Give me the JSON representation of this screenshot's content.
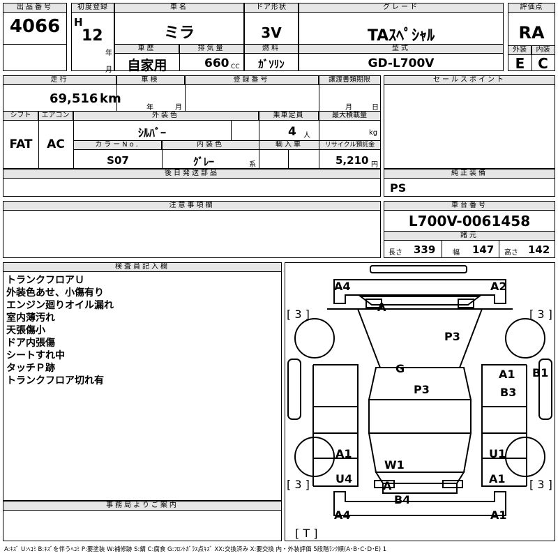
{
  "header": {
    "lot_no_label": "出品番号",
    "lot_no": "4066",
    "first_reg_label": "初度登録",
    "era": "H",
    "year": "12",
    "year_unit": "年",
    "month_unit": "月",
    "car_name_label": "車名",
    "car_name": "ミラ",
    "door_label": "ドア形状",
    "door": "3V",
    "grade_label": "グレード",
    "grade": "TAｽﾍﾟｼｬﾙ",
    "score_label": "評価点",
    "score": "RA",
    "history_label": "車歴",
    "history": "自家用",
    "displacement_label": "排気量",
    "displacement": "660",
    "cc": "CC",
    "fuel_label": "燃料",
    "fuel": "ｶﾞｿﾘﾝ",
    "model_label": "型式",
    "model": "GD-L700V",
    "exterior_label": "外装",
    "exterior": "E",
    "interior_label": "内装",
    "interior": "C"
  },
  "row2": {
    "mileage_label": "走行",
    "mileage": "69,516",
    "km": "km",
    "inspection_label": "車検",
    "year_unit": "年",
    "month_unit": "月",
    "reg_no_label": "登録番号",
    "transfer_label": "譲渡書類期限",
    "day_unit": "日",
    "sales_point_label": "セールスポイント",
    "shift_label": "シフト",
    "shift": "FAT",
    "ac_label": "エアコン",
    "ac": "AC",
    "color_label": "外装色",
    "color": "ｼﾙﾊﾞｰ",
    "capacity_label": "乗車定員",
    "capacity": "4",
    "person_unit": "人",
    "load_label": "最大積載量",
    "kg": "kg",
    "color_no_label": "カラーNo.",
    "color_no": "S07",
    "int_color_label": "内装色",
    "int_color": "ｸﾞﾚｰ",
    "int_suffix": "系",
    "import_label": "輸入車",
    "recycle_label": "リサイクル預託金",
    "recycle": "5,210",
    "yen": "円",
    "later_parts_label": "後日発送部品",
    "equipment_label": "純正装備",
    "equipment": "PS"
  },
  "row3": {
    "notes_label": "注意事項欄",
    "chassis_label": "車台番号",
    "chassis": "L700V-0061458",
    "dims_label": "諸元",
    "length_label": "長さ",
    "length": "339",
    "width_label": "幅",
    "width": "147",
    "height_label": "高さ",
    "height": "142"
  },
  "inspector": {
    "label": "検査員記入欄",
    "lines": [
      "トランクフロアＵ",
      "外装色あせ、小傷有り",
      "エンジン廻りオイル漏れ",
      "室内薄汚れ",
      "天張傷小",
      "ドア内張傷",
      "シートすれ中",
      "タッチＰ跡",
      "トランクフロア切れ有"
    ]
  },
  "office": {
    "label": "事務局よりご案内"
  },
  "diagram": {
    "marks": [
      "A4",
      "A2",
      "[ 3 ]",
      "[ 3 ]",
      "A",
      "P3",
      "G",
      "A1",
      "B1",
      "B3",
      "P3",
      "A1",
      "U1",
      "W1",
      "U4",
      "A1",
      "[ 3 ]",
      "[ 3 ]",
      "A",
      "B4",
      "A4",
      "A1",
      "[ T ]"
    ]
  },
  "legend": "A:ｷｽﾞ U:ﾍｺﾐ B:ｷｽﾞを伴うﾍｺﾐ P:要塗装 W:補修跡 S:錆 C:腐食 G:ﾌﾛﾝﾄｶﾞﾗｽ点ｷｽﾞ XX:交換済み X:要交換 内・外装評価 5段階ﾗﾝｸ順(A･B･C･D･E) 1"
}
